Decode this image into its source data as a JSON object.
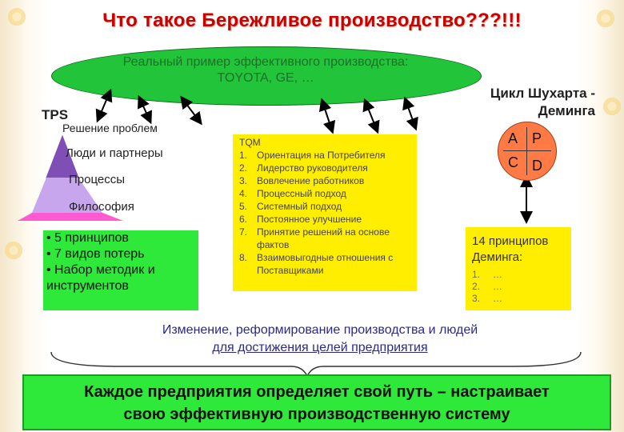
{
  "title": "Что такое Бережливое производство???!!!",
  "ellipse": {
    "line1": "Реальный пример эффективного производства:",
    "line2": "TOYOTA, GE, …"
  },
  "cycle": {
    "line1": "Цикл Шухарта -",
    "line2": "Деминга"
  },
  "tps": "TPS",
  "problem_solving": "Решение проблем",
  "pyramid": {
    "colors": [
      "#7f4fb5",
      "#c7a6ee",
      "#ff5ad2"
    ],
    "levels": [
      "Люди и партнеры",
      "Процессы",
      "Философия"
    ]
  },
  "green_box": {
    "items": [
      "• 5 принципов",
      "• 7 видов потерь",
      "• Набор методик и",
      "инструментов"
    ]
  },
  "tqm": {
    "head": "TQM",
    "items": [
      {
        "n": "1.",
        "t": "Ориентация на Потребителя"
      },
      {
        "n": "2.",
        "t": "Лидерство руководителя"
      },
      {
        "n": "3.",
        "t": "Вовлечение работников"
      },
      {
        "n": "4.",
        "t": "Процессный подход"
      },
      {
        "n": "5.",
        "t": "Системный подход"
      },
      {
        "n": "6.",
        "t": "Постоянное улучшение"
      },
      {
        "n": "7.",
        "t": "Принятие решений на основе фактов"
      },
      {
        "n": "8.",
        "t": "Взаимовыгодные отношения с Поставщиками"
      }
    ]
  },
  "pdca": {
    "a": "A",
    "p": "P",
    "c": "C",
    "d": "D",
    "color": "#ff7a45"
  },
  "deming": {
    "head1": "14 принципов",
    "head2": "Деминга:",
    "items": [
      {
        "n": "1.",
        "t": "…"
      },
      {
        "n": "2.",
        "t": "…"
      },
      {
        "n": "3.",
        "t": "…"
      }
    ]
  },
  "change": {
    "line1": "Изменение, реформирование производства и людей",
    "line2": "для достижения целей предприятия"
  },
  "bottom": {
    "line1": "Каждое предприятия определяет свой путь – настраивает",
    "line2": "свою эффективную производственную систему"
  },
  "colors": {
    "title": "#cc0000",
    "ellipse": "#22c43a",
    "green": "#2ee83a",
    "yellow": "#ffee00"
  }
}
